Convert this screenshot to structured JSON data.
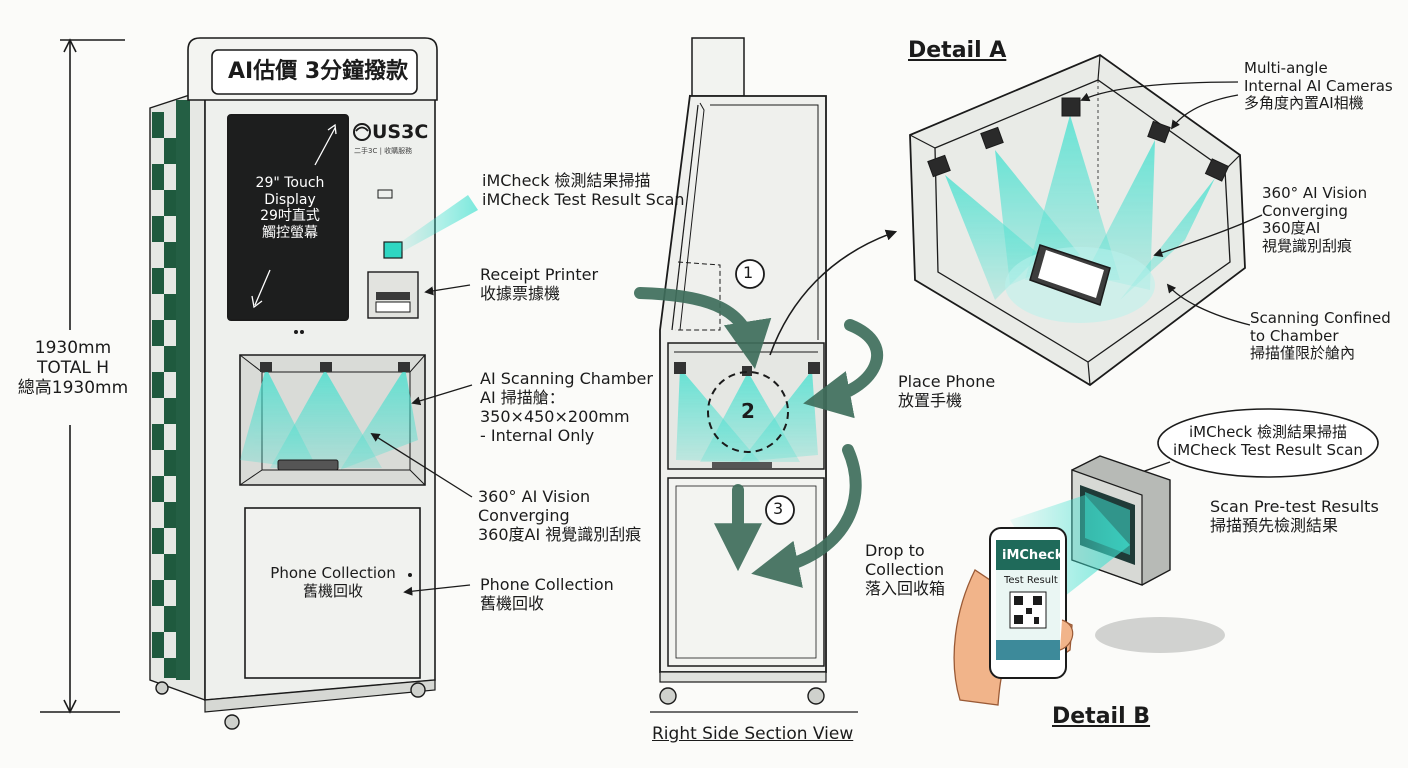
{
  "kiosk": {
    "header_sign": "AI估價 3分鐘撥款",
    "brand": "US3C",
    "brand_sub": "二手3C | 收購服務",
    "display_note": [
      "29\" Touch",
      "Display",
      "29吋直式",
      "觸控螢幕"
    ],
    "collection_door": [
      "Phone Collection",
      "舊機回收"
    ]
  },
  "dimension": {
    "lines": [
      "1930mm",
      "TOTAL H",
      "總高1930mm"
    ]
  },
  "callouts": {
    "imcheck": [
      "iMCheck 檢測結果掃描",
      "iMCheck Test Result Scan"
    ],
    "printer": [
      "Receipt Printer",
      "收據票據機"
    ],
    "chamber": [
      "AI Scanning Chamber",
      "AI 掃描艙：",
      "350×450×200mm",
      "- Internal Only"
    ],
    "vision": [
      "360° AI Vision",
      "Converging",
      "360度AI 視覺識別刮痕"
    ],
    "collection": [
      "Phone Collection",
      "舊機回收"
    ]
  },
  "section_view": {
    "title": "Right Side Section View",
    "steps": [
      "1",
      "2",
      "3"
    ],
    "place_phone": [
      "Place Phone",
      "放置手機"
    ],
    "drop": [
      "Drop to",
      "Collection",
      "落入回收箱"
    ]
  },
  "detail_a": {
    "title": "Detail A",
    "cameras": [
      "Multi-angle",
      "Internal AI Cameras",
      "多角度內置AI相機"
    ],
    "vision": [
      "360° AI Vision",
      "Converging",
      "360度AI",
      "視覺識別刮痕"
    ],
    "confined": [
      "Scanning Confined",
      "to Chamber",
      "掃描僅限於艙內"
    ]
  },
  "detail_b": {
    "title": "Detail B",
    "bubble": [
      "iMCheck 檢測結果掃描",
      "iMCheck Test Result Scan"
    ],
    "scan_note": [
      "Scan Pre-test Results",
      "掃描預先檢測結果"
    ],
    "phone_app": "iMCheck",
    "phone_text": "Test Result"
  },
  "colors": {
    "cyan": "#3fe0cf",
    "cyan_light": "#b9f3ec",
    "green_dark": "#1f5a3e",
    "arrow_green": "#3f6e5c",
    "ink": "#1b1b1b",
    "panel": "#ecedea",
    "screen": "#1d1e1e"
  }
}
